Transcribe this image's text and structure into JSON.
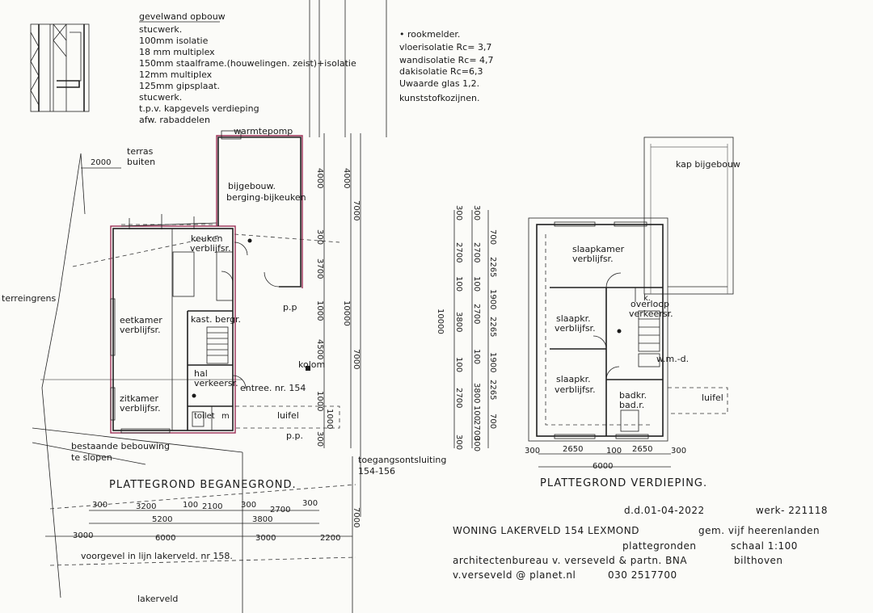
{
  "wall_build_up": {
    "title": "gevelwand opbouw",
    "lines": [
      "stucwerk.",
      "100mm isolatie",
      "18 mm multiplex",
      "150mm staalframe.(houwelingen. zeist)+isolatie",
      "12mm multiplex",
      "125mm gipsplaat.",
      "stucwerk.",
      "t.p.v. kapgevels verdieping",
      "afw. rabaddelen"
    ]
  },
  "specs": {
    "lines": [
      "• rookmelder.",
      "vloerisolatie Rc= 3,7",
      "wandisolatie Rc= 4,7",
      "dakisolatie Rc=6,3",
      "Uwaarde glas 1,2.",
      "kunststofkozijnen."
    ]
  },
  "ground_floor": {
    "title": "PLATTEGROND BEGANEGROND.",
    "labels": {
      "warmtepomp": "warmtepomp",
      "terras": "terras",
      "buiten": "buiten",
      "terras_dim": "2000",
      "bijgebouw1": "bijgebouw.",
      "bijgebouw2": "berging-bijkeuken",
      "keuken1": "keuken",
      "keuken2": "verblijfsr.",
      "kast": "kast. bergr.",
      "eetkamer1": "eetkamer",
      "eetkamer2": "verblijfsr.",
      "hal1": "hal",
      "hal2": "verkeersr.",
      "zitkamer1": "zitkamer",
      "zitkamer2": "verblijfsr.",
      "toilet": "toilet",
      "m": "m",
      "pp1": "p.p",
      "kolom": "kolom",
      "entree": "entree. nr. 154",
      "luifel": "luifel",
      "pp2": "p.p.",
      "terreingrens": "terreingrens",
      "bestaande1": "bestaande bebouwing",
      "bestaande2": "te slopen",
      "toegang1": "toegangsontsluiting",
      "toegang2": "154-156",
      "voorgevel": "voorgevel in lijn lakerveld. nr 158.",
      "lakerveld": "lakerveld"
    },
    "vertical_dims": {
      "col1": [
        "4000",
        "300",
        "3700",
        "1000",
        "4500",
        "1000",
        "1000",
        "300"
      ],
      "col2": [
        "4000",
        "10000"
      ],
      "col3": [
        "7000",
        "7000",
        "7000"
      ]
    },
    "horizontal_dims": {
      "row1": [
        "300",
        "3200",
        "100",
        "2100",
        "300",
        "2700",
        "300"
      ],
      "row2": [
        "5200",
        "3800"
      ],
      "row3": [
        "3000",
        "6000",
        "3000",
        "2200"
      ]
    }
  },
  "upper_floor": {
    "title": "PLATTEGROND VERDIEPING.",
    "labels": {
      "kap": "kap bijgebouw",
      "slaapkamer1": "slaapkamer",
      "slaapkamer2": "verblijfsr.",
      "k": "k.",
      "overloop1": "overloop",
      "overloop2": "verkeersr.",
      "slaapkr_a1": "slaapkr.",
      "slaapkr_a2": "verblijfsr.",
      "wmd": "w.m.-d.",
      "slaapkr_b1": "slaapkr.",
      "slaapkr_b2": "verblijfsr.",
      "badkr1": "badkr.",
      "badkr2": "bad.r.",
      "luifel": "luifel"
    },
    "vertical_dims": {
      "col1": [
        "300",
        "2700",
        "100",
        "3800",
        "100",
        "2700",
        "300"
      ],
      "col2": [
        "300",
        "2700",
        "100",
        "2700",
        "100",
        "3800",
        "100",
        "2700",
        "300"
      ],
      "col3": [
        "700",
        "2265",
        "1900",
        "2265",
        "1900",
        "2265",
        "700"
      ],
      "total": "10000"
    },
    "horizontal_dims": {
      "row1": [
        "300",
        "2650",
        "100",
        "2650",
        "300"
      ],
      "total": "6000"
    }
  },
  "title_block": {
    "date": "d.d.01-04-2022",
    "job": "werk- 221118",
    "project": "WONING LAKERVELD 154  LEXMOND",
    "municipality": "gem. vijf heerenlanden",
    "sheet": "plattegronden",
    "scale": "schaal   1:100",
    "office": "architectenbureau v. verseveld & partn. BNA",
    "city": "bilthoven",
    "email": "v.verseveld @ planet.nl",
    "phone": "030 2517700"
  }
}
